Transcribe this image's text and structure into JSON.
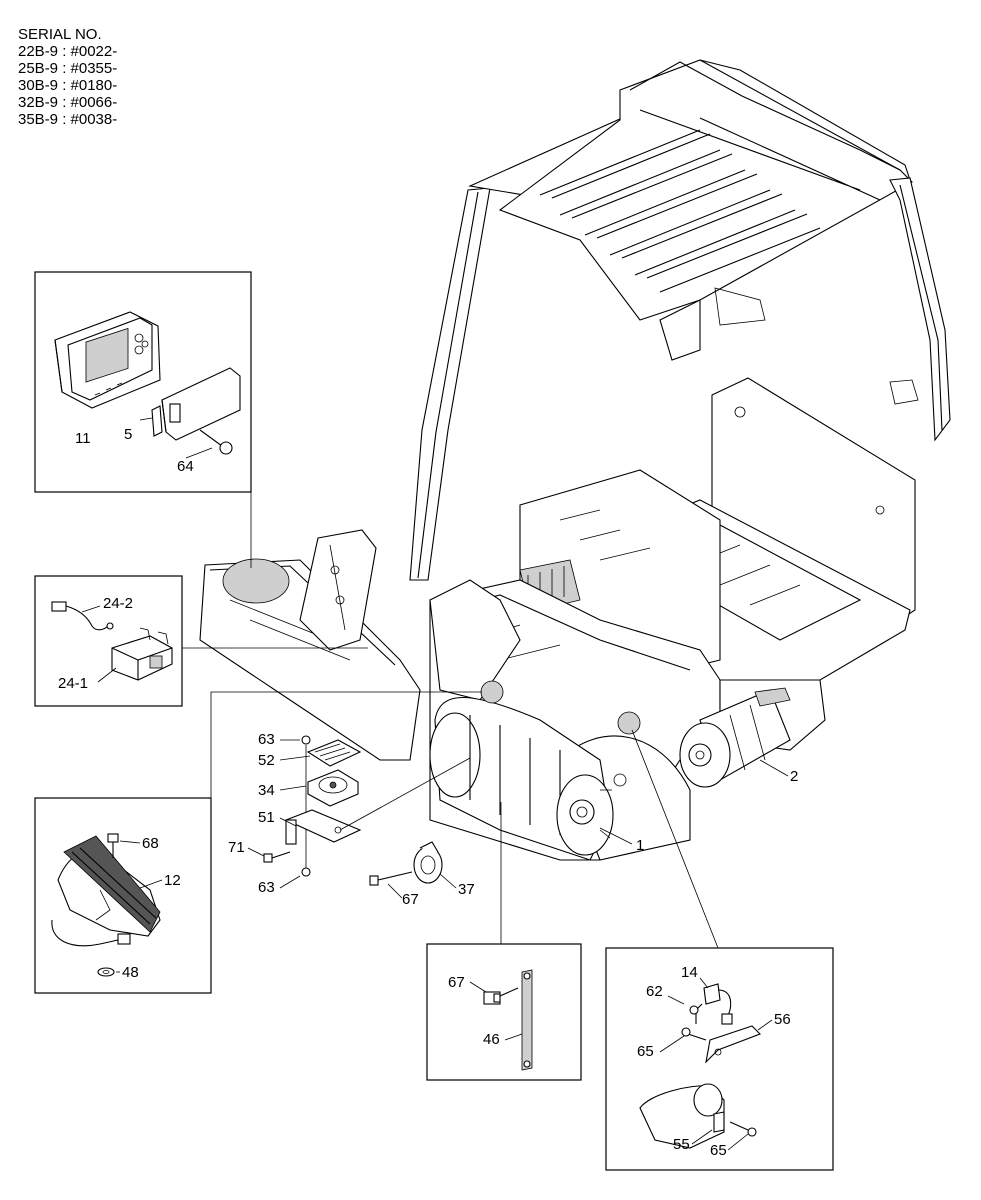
{
  "serial": {
    "title": "SERIAL NO.",
    "lines": [
      "22B-9 : #0022-",
      "25B-9 : #0355-",
      "30B-9 : #0180-",
      "32B-9 : #0066-",
      "35B-9 : #0038-"
    ]
  },
  "callouts": {
    "c11": "11",
    "c5": "5",
    "c64": "64",
    "c24_2": "24-2",
    "c24_1": "24-1",
    "c63a": "63",
    "c52": "52",
    "c34": "34",
    "c51": "51",
    "c71": "71",
    "c63b": "63",
    "c67a": "67",
    "c37": "37",
    "c1": "1",
    "c2": "2",
    "c68": "68",
    "c12": "12",
    "c48": "48",
    "c67b": "67",
    "c46": "46",
    "c14": "14",
    "c62": "62",
    "c56": "56",
    "c65a": "65",
    "c55": "55",
    "c65b": "65"
  },
  "colors": {
    "line": "#000000",
    "background": "#ffffff",
    "shade": "#cfcfcf"
  }
}
